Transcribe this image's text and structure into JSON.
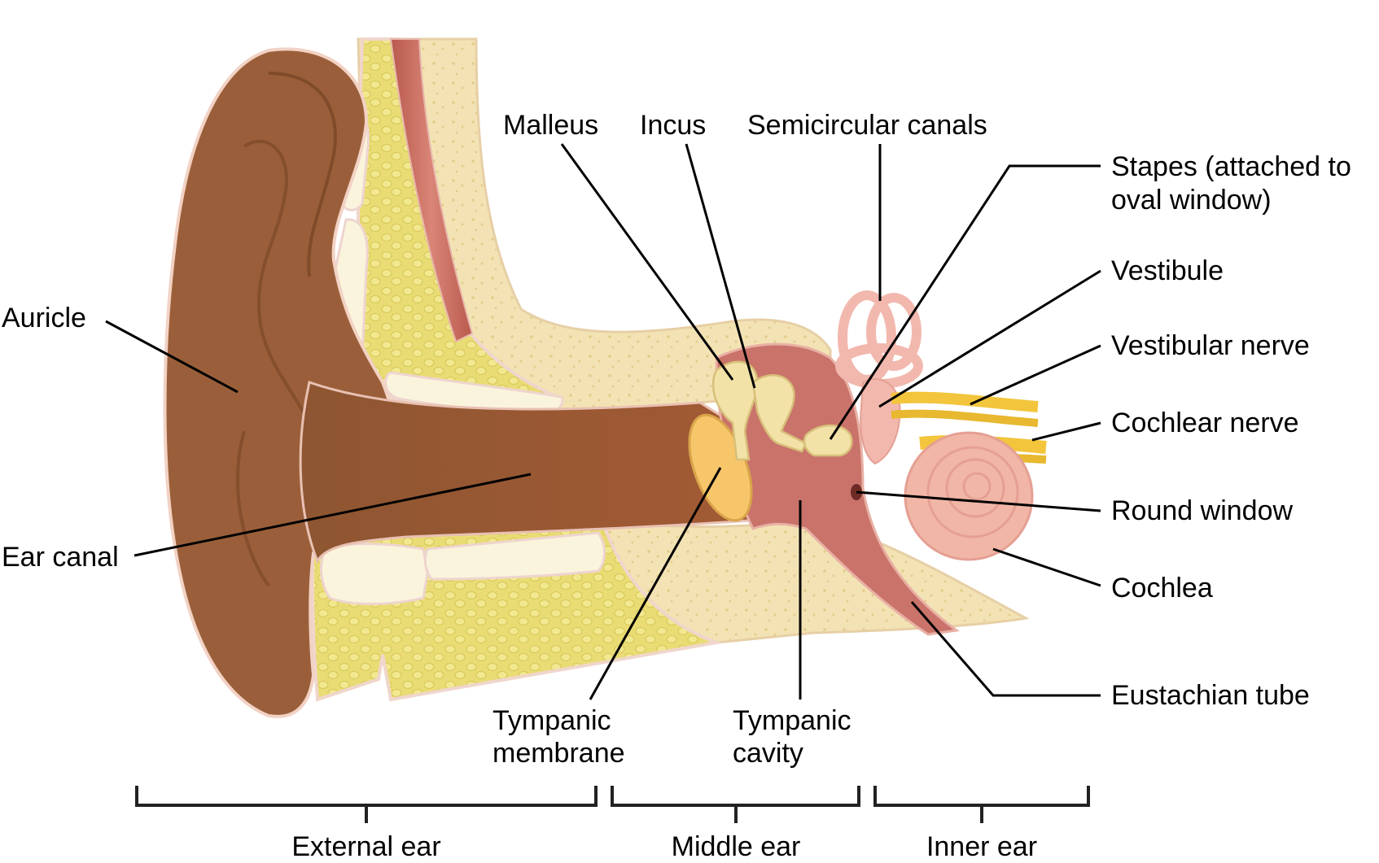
{
  "labels": {
    "auricle": "Auricle",
    "ear_canal": "Ear canal",
    "malleus": "Malleus",
    "incus": "Incus",
    "semicircular_canals": "Semicircular canals",
    "stapes_line1": "Stapes (attached to",
    "stapes_line2": "oval window)",
    "vestibule": "Vestibule",
    "vestibular_nerve": "Vestibular nerve",
    "cochlear_nerve": "Cochlear nerve",
    "round_window": "Round window",
    "cochlea": "Cochlea",
    "eustachian_tube": "Eustachian tube",
    "tympanic_membrane_line1": "Tympanic",
    "tympanic_membrane_line2": "membrane",
    "tympanic_cavity_line1": "Tympanic",
    "tympanic_cavity_line2": "cavity"
  },
  "regions": {
    "external": "External ear",
    "middle": "Middle ear",
    "inner": "Inner ear"
  },
  "colors": {
    "skin": "#9a5f3a",
    "skin_dark": "#7a4526",
    "bone": "#f3e3b4",
    "fat": "#e6d86a",
    "cartilage": "#fbf4dd",
    "muscle": "#c9675a",
    "cavity": "#c9736b",
    "membrane": "#f7c66a",
    "ossicle": "#f2e2a8",
    "inner_ear": "#f1b6a6",
    "nerve": "#f2c53c"
  }
}
